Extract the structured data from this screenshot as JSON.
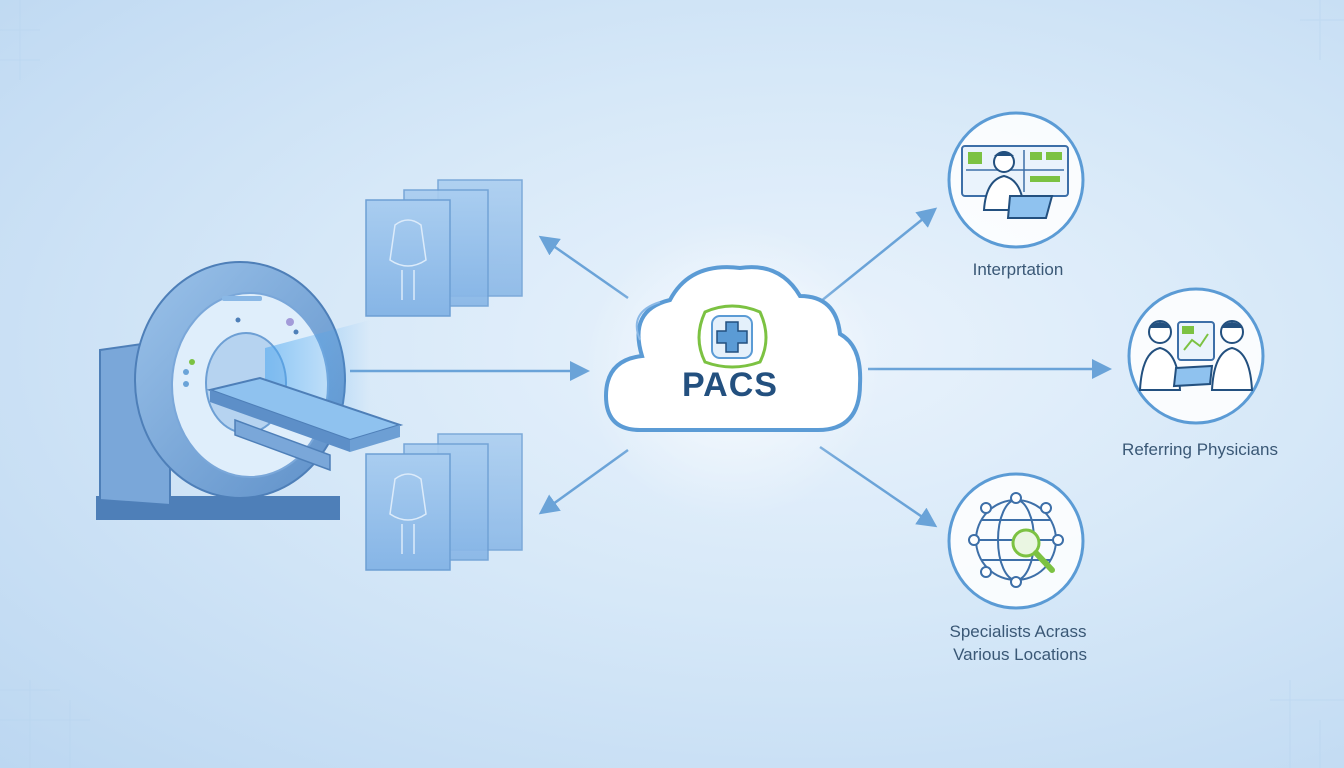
{
  "hub": {
    "label": "PACS"
  },
  "destinations": [
    {
      "label": "Interprtation",
      "icon": "radiologist-workstation-icon"
    },
    {
      "label": "Referring Physicians",
      "icon": "physicians-consult-icon"
    },
    {
      "label_line1": "Specialists Acrass",
      "label_line2": "Various Locations",
      "icon": "global-network-search-icon"
    }
  ],
  "source": {
    "icon": "ct-scanner-icon"
  },
  "image_stacks": [
    {
      "icon": "scan-images-stack-icon"
    },
    {
      "icon": "scan-images-stack-icon"
    }
  ],
  "colors": {
    "primary": "#5b9bd5",
    "dark_blue": "#23507f",
    "accent_green": "#7cc242",
    "text": "#3a5876"
  }
}
